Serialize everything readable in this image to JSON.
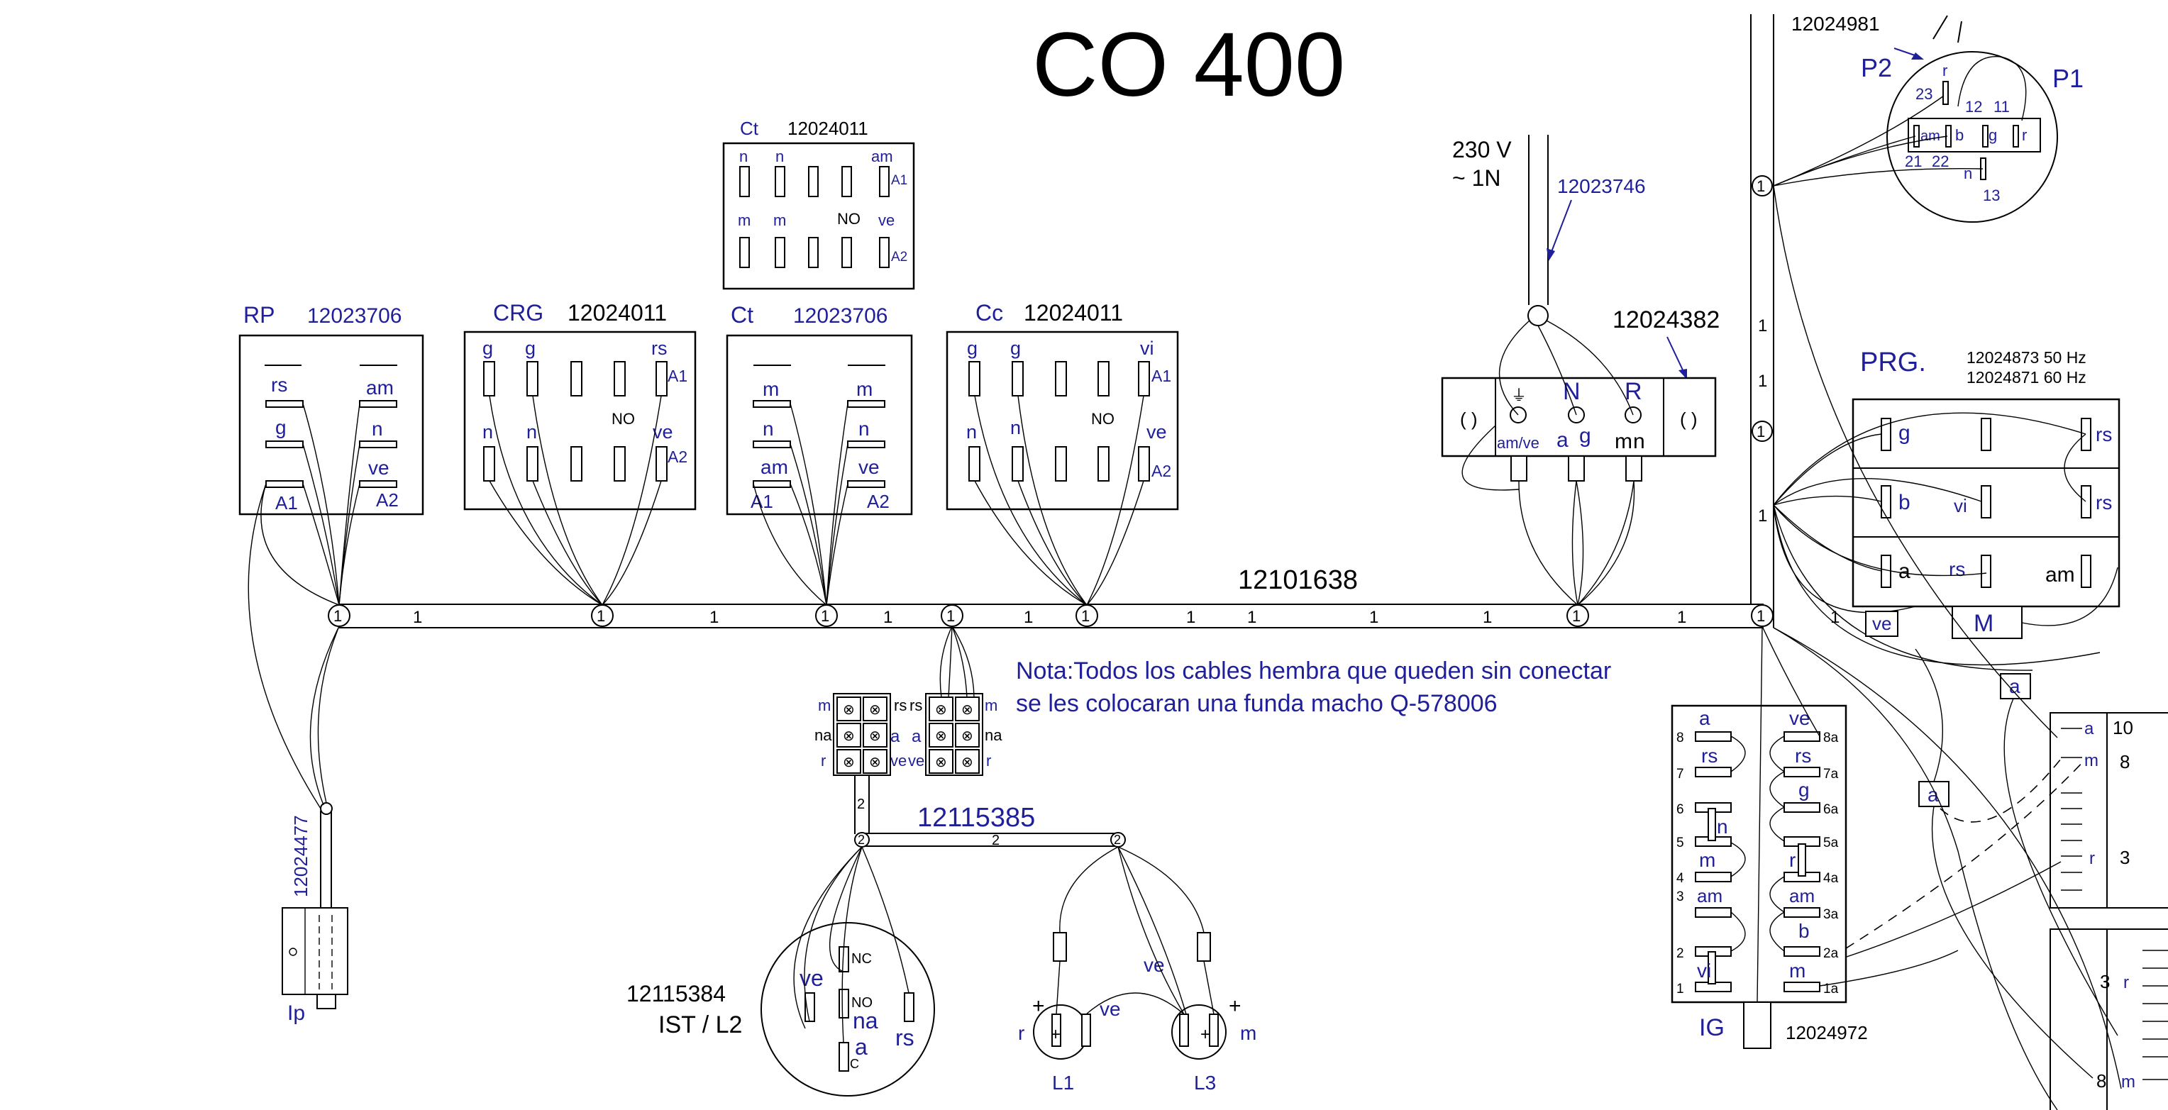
{
  "title": "CO 400",
  "bus": {
    "part": "12101638",
    "segment_label": "1"
  },
  "note": {
    "line1": "Nota:Todos los cables hembra que queden sin conectar",
    "line2": "se les colocaran  una funda macho Q-578006"
  },
  "rp": {
    "name": "RP",
    "part": "12023706",
    "labels": [
      "rs",
      "g",
      "A1",
      "am",
      "n",
      "ve",
      "A2"
    ]
  },
  "crg": {
    "name": "CRG",
    "part": "12024011",
    "top": [
      "g",
      "g",
      "rs"
    ],
    "bottom": [
      "n",
      "n",
      "ve"
    ],
    "a1": "A1",
    "a2": "A2",
    "no": "NO"
  },
  "ct_top": {
    "name": "Ct",
    "part": "12024011",
    "top": [
      "n",
      "n",
      "am"
    ],
    "bottom": [
      "m",
      "m",
      "ve"
    ],
    "a1": "A1",
    "a2": "A2",
    "no": "NO"
  },
  "ct": {
    "name": "Ct",
    "part": "12023706",
    "labels": [
      "m",
      "n",
      "am",
      "A1",
      "m",
      "n",
      "ve",
      "A2"
    ]
  },
  "cc": {
    "name": "Cc",
    "part": "12024011",
    "top": [
      "g",
      "g",
      "vi"
    ],
    "bottom": [
      "n",
      "n",
      "ve"
    ],
    "a1": "A1",
    "a2": "A2",
    "no": "NO"
  },
  "supply": {
    "voltage": "230 V",
    "phase": "~ 1N",
    "cable_part": "12023746"
  },
  "terminal": {
    "part": "12024382",
    "n": "N",
    "r": "R",
    "sub": [
      "am/ve",
      "a",
      "g",
      "m",
      "n"
    ]
  },
  "p_switch": {
    "part": "12024981",
    "p1": "P1",
    "p2": "P2",
    "labels": [
      "r",
      "23",
      "12",
      "11",
      "am",
      "b",
      "g",
      "r",
      "21",
      "22",
      "n",
      "13"
    ]
  },
  "prg": {
    "name": "PRG.",
    "part50": "12024873  50 Hz",
    "part60": "12024871  60 Hz",
    "labels": [
      "g",
      "rs",
      "b",
      "vi",
      "rs",
      "a",
      "rs",
      "am"
    ],
    "motor": "M"
  },
  "tags": {
    "ve": "ve",
    "a1": "a",
    "a2": "a"
  },
  "connectors": {
    "left": [
      "m",
      "rs",
      "na",
      "a",
      "r",
      "ve"
    ],
    "right": [
      "rs",
      "m",
      "a",
      "na",
      "ve",
      "r"
    ],
    "cable_part": "12115385",
    "cable_label": "2"
  },
  "ist": {
    "part": "12115384",
    "name": "IST / L2",
    "labels": [
      "ve",
      "NC",
      "NO",
      "na",
      "a",
      "C",
      "rs"
    ]
  },
  "lamps": {
    "l1": "L1",
    "l3": "L3",
    "r": "r",
    "m": "m",
    "ve1": "ve",
    "ve2": "ve",
    "plus": "+"
  },
  "ip": {
    "part": "12024477",
    "name": "Ip"
  },
  "ig": {
    "name": "IG",
    "part": "12024972",
    "left_nums": [
      "8",
      "7",
      "6",
      "5",
      "4",
      "3",
      "2",
      "1"
    ],
    "right_nums": [
      "8a",
      "7a",
      "6a",
      "5a",
      "4a",
      "3a",
      "2a",
      "1a"
    ],
    "left_labels": [
      "a",
      "rs",
      "n",
      "m",
      "am",
      "vi"
    ],
    "right_labels": [
      "ve",
      "rs",
      "g",
      "r",
      "am",
      "b",
      "m"
    ]
  },
  "side": {
    "top": [
      "10",
      "8",
      "3",
      "a",
      "m",
      "r"
    ],
    "bottom": [
      "3",
      "r",
      "8",
      "m"
    ]
  },
  "colors": {
    "blue": "#1f1f9a",
    "black": "#000000"
  }
}
